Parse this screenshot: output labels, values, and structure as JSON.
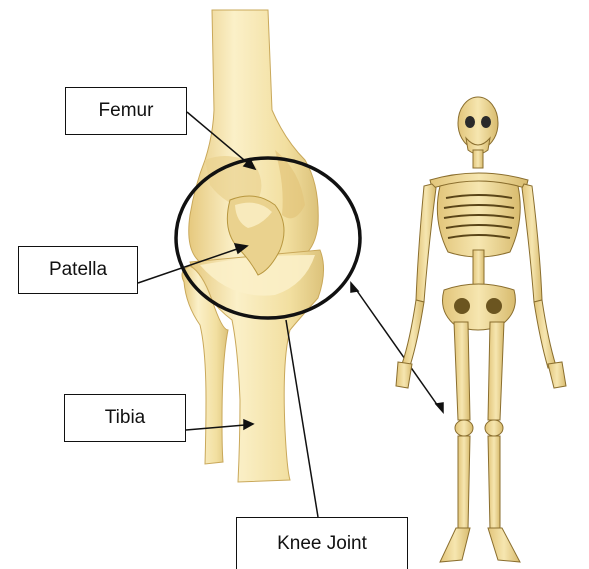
{
  "labels": {
    "femur": "Femur",
    "patella": "Patella",
    "tibia": "Tibia",
    "knee_joint": "Knee Joint"
  },
  "colors": {
    "bone_fill": "#F2DFA0",
    "bone_light": "#FBF0C8",
    "bone_shadow": "#D9BF72",
    "bone_outline": "#B8973F",
    "line": "#111111"
  }
}
